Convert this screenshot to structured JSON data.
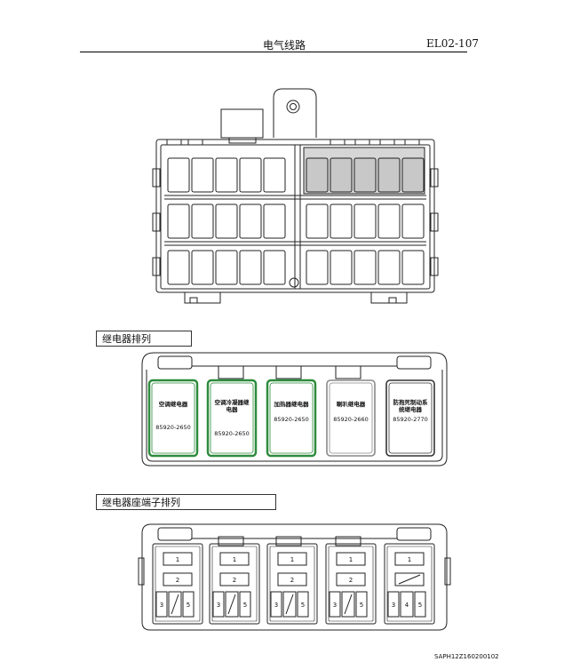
{
  "header": {
    "title": "电气线路",
    "code": "EL02-107"
  },
  "sections": {
    "relay_layout": "继电器排列",
    "terminal_layout": "继电器座端子排列"
  },
  "relays": [
    {
      "name": "空调继电器",
      "part": "85920-2650",
      "color": "#2e8b3d"
    },
    {
      "name_l1": "空调冷凝器继",
      "name_l2": "电器",
      "part": "85920-2650",
      "color": "#2e8b3d"
    },
    {
      "name": "加热器继电器",
      "part": "85920-2650",
      "color": "#2e8b3d"
    },
    {
      "name": "喇叭继电器",
      "part": "85920-2660",
      "color": "#888888"
    },
    {
      "name_l1": "防抱死制动系",
      "name_l2": "统继电器",
      "part": "85920-2770",
      "color": "#333333"
    }
  ],
  "terminals": [
    "1",
    "2",
    "3",
    "4",
    "5"
  ],
  "footer_code": "SAPH12Z160200102"
}
